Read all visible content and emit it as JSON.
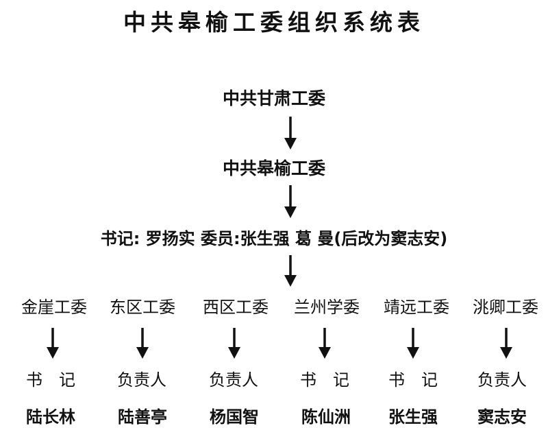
{
  "title": "中共皋榆工委组织系统表",
  "level1": "中共甘肃工委",
  "level2": "中共皋榆工委",
  "leadership": "书记: 罗扬实  委员:张生强  葛 曼(后改为窦志安)",
  "branches": [
    {
      "name": "金崖工委",
      "role": "书　记",
      "person": "陆长林"
    },
    {
      "name": "东区工委",
      "role": "负责人",
      "person": "陆善亭"
    },
    {
      "name": "西区工委",
      "role": "负责人",
      "person": "杨国智"
    },
    {
      "name": "兰州学委",
      "role": "书　记",
      "person": "陈仙洲"
    },
    {
      "name": "靖远工委",
      "role": "书　记",
      "person": "张生强"
    },
    {
      "name": "洮卿工委",
      "role": "负责人",
      "person": "窦志安"
    }
  ],
  "colors": {
    "text": "#111111",
    "arrow": "#111111",
    "background": "#ffffff"
  }
}
